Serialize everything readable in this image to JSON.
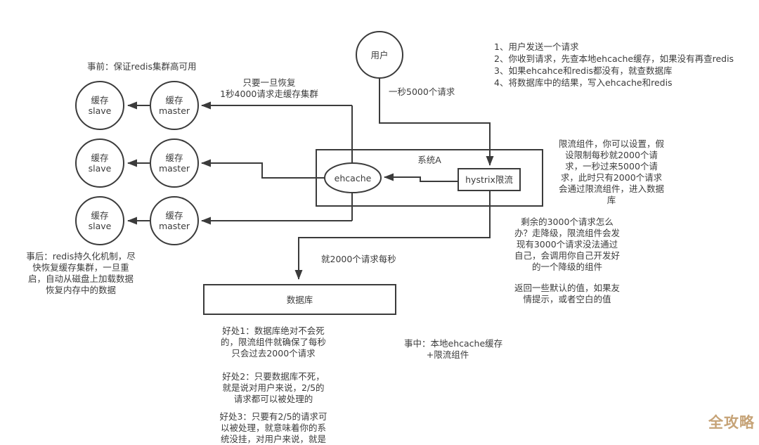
{
  "diagram": {
    "nodes": {
      "user": "用户",
      "cache_slave": "缓存\nslave",
      "cache_master": "缓存\nmaster",
      "system_a": "系统A",
      "ehcache": "ehcache",
      "hystrix": "hystrix限流",
      "database": "数据库"
    },
    "edge_labels": {
      "user_rate": "一秒5000个请求",
      "recover": "只要一旦恢复\n1秒4000请求走缓存集群",
      "db_rate": "就2000个请求每秒"
    },
    "notes": {
      "pre": "事前：保证redis集群高可用",
      "post": "事后：redis持久化机制，尽\n快恢复缓存集群，一旦重\n启，自动从磁盘上加载数据\n恢复内存中的数据",
      "during": "事中：本地ehcache缓存\n        +限流组件",
      "step1": "1、用户发送一个请求",
      "step2": "2、你收到请求，先查本地ehcache缓存，如果没有再查redis",
      "step3": "3、如果ehcahce和redis都没有，就查数据库",
      "step4": "4、将数据库中的结果，写入ehcache和redis",
      "throttle": "限流组件，你可以设置，假\n设限制每秒就2000个请\n求，一秒过来5000个请\n求，此时只有2000个请求\n会通过限流组件，进入数据\n库",
      "leftover": "剩余的3000个请求怎么\n办？走降级，限流组件会发\n现有3000个请求没法通过\n自己，会调用你自己开发好\n的一个降级的组件",
      "fallback": "返回一些默认的值，如果友\n情提示，或者空白的值",
      "benefit1": "好处1：数据库绝对不会死\n的，限流组件就确保了每秒\n只会过去2000个请求",
      "benefit2": "好处2：只要数据库不死，\n就是说对用户来说，2/5的\n请求都可以被处理的",
      "benefit3": "好处3：只要有2/5的请求可\n以被处理，就意味着你的系\n统没挂，对用户来说，就是"
    },
    "watermark": "全攻略",
    "colors": {
      "line": "#3b3b3b",
      "text": "#3c3c3c",
      "watermark": "#c6a377",
      "background": "#ffffff"
    }
  }
}
